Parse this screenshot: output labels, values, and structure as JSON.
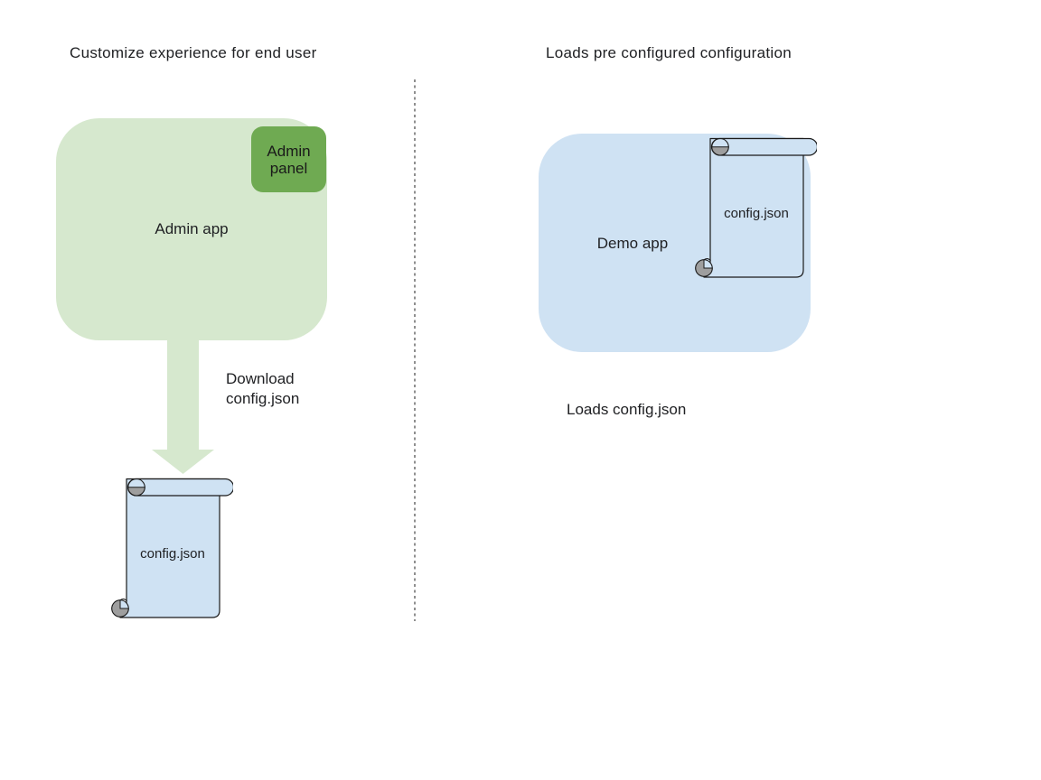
{
  "diagram": {
    "left": {
      "title": "Customize experience for end user",
      "admin_app_label": "Admin app",
      "admin_panel_label": "Admin panel",
      "arrow_caption": "Download\nconfig.json",
      "config_file_label": "config.json"
    },
    "right": {
      "title": "Loads pre configured configuration",
      "demo_app_label": "Demo app",
      "config_file_label": "config.json",
      "caption": "Loads config.json"
    }
  },
  "colors": {
    "app_green_light": "#d6e8ce",
    "panel_green": "#6faa52",
    "arrow_green": "#d6e8ce",
    "app_blue_light": "#cfe2f3",
    "file_blue": "#cfe2f3",
    "curl_gray": "#9e9e9e",
    "outline": "#1a1a1a",
    "divider_gray": "#8f8f8f"
  }
}
